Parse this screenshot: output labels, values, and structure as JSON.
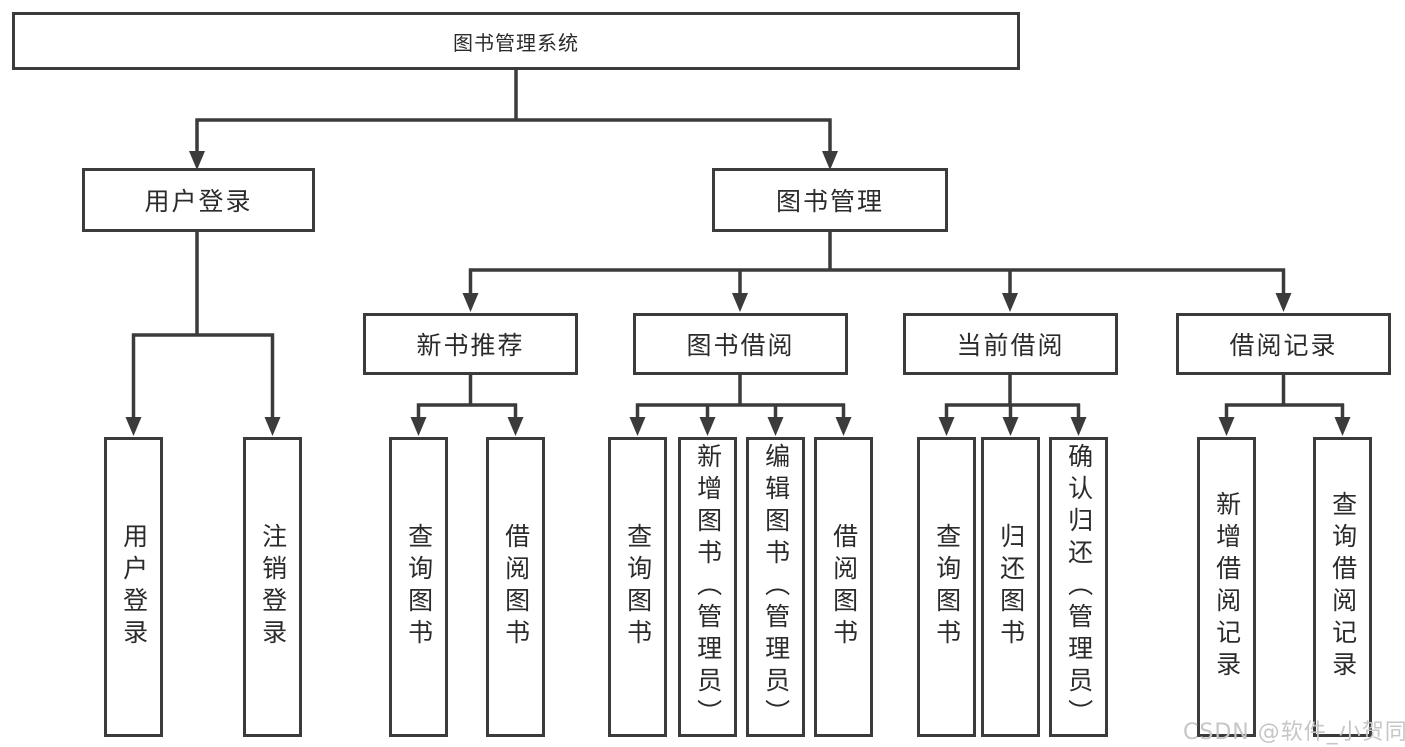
{
  "colors": {
    "background": "#ffffff",
    "line": "#3b3b3b",
    "text": "#2b2b2b",
    "watermark": "#c6c6c6"
  },
  "diagram": {
    "root": {
      "label": "图书管理系统"
    },
    "level2": [
      {
        "label": "用户登录",
        "leaves": [
          {
            "label": "用户登录"
          },
          {
            "label": "注销登录"
          }
        ]
      },
      {
        "label": "图书管理",
        "groups": [
          {
            "label": "新书推荐",
            "leaves": [
              {
                "label": "查询图书"
              },
              {
                "label": "借阅图书"
              }
            ]
          },
          {
            "label": "图书借阅",
            "leaves": [
              {
                "label": "查询图书"
              },
              {
                "label": "新增图书（管理员）"
              },
              {
                "label": "编辑图书（管理员）"
              },
              {
                "label": "借阅图书"
              }
            ]
          },
          {
            "label": "当前借阅",
            "leaves": [
              {
                "label": "查询图书"
              },
              {
                "label": "归还图书"
              },
              {
                "label": "确认归还（管理员）"
              }
            ]
          },
          {
            "label": "借阅记录",
            "leaves": [
              {
                "label": "新增借阅记录"
              },
              {
                "label": "查询借阅记录"
              }
            ]
          }
        ]
      }
    ]
  },
  "watermark": {
    "text": "CSDN @软件_小贺同学"
  }
}
